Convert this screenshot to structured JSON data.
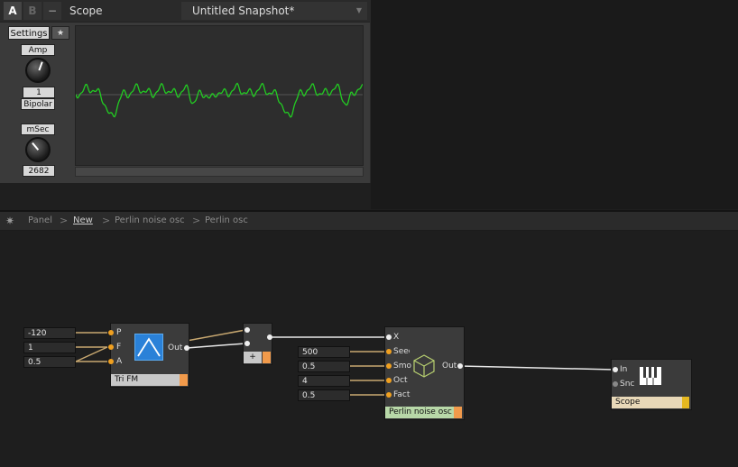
{
  "panel": {
    "btn_a": "A",
    "btn_b": "B",
    "btn_minus": "−",
    "title": "Scope",
    "snapshot": "Untitled Snapshot*",
    "settings_label": "Settings",
    "star_label": "★",
    "amp_label": "Amp",
    "amp_value": "1",
    "bipolar_label": "Bipolar",
    "msec_label": "mSec",
    "msec_value": "2682",
    "wave_color": "#22cc22"
  },
  "breadcrumb": {
    "items": [
      "Panel",
      "New",
      "Perlin noise osc",
      "Perlin osc"
    ],
    "separator": ">"
  },
  "modules": {
    "trifm": {
      "title": "Tri FM",
      "inputs": [
        "P",
        "F",
        "A"
      ],
      "output": "Out",
      "values": [
        "-120",
        "1",
        "0.5"
      ]
    },
    "adder": {
      "title": "+"
    },
    "perlin": {
      "title": "Perlin noise osc",
      "inputs": [
        "X",
        "Seed",
        "Smo",
        "Oct",
        "Fact"
      ],
      "output": "Out",
      "values": [
        "500",
        "0.5",
        "4",
        "0.5"
      ]
    },
    "scope": {
      "title": "Scope",
      "inputs": [
        "In",
        "Snc"
      ]
    }
  },
  "colors": {
    "wire_audio": "#e8e8e8",
    "wire_control": "#c8a870",
    "port_audio": "#eeeeee",
    "port_control": "#f0a020",
    "accent": "#f19a4b"
  }
}
